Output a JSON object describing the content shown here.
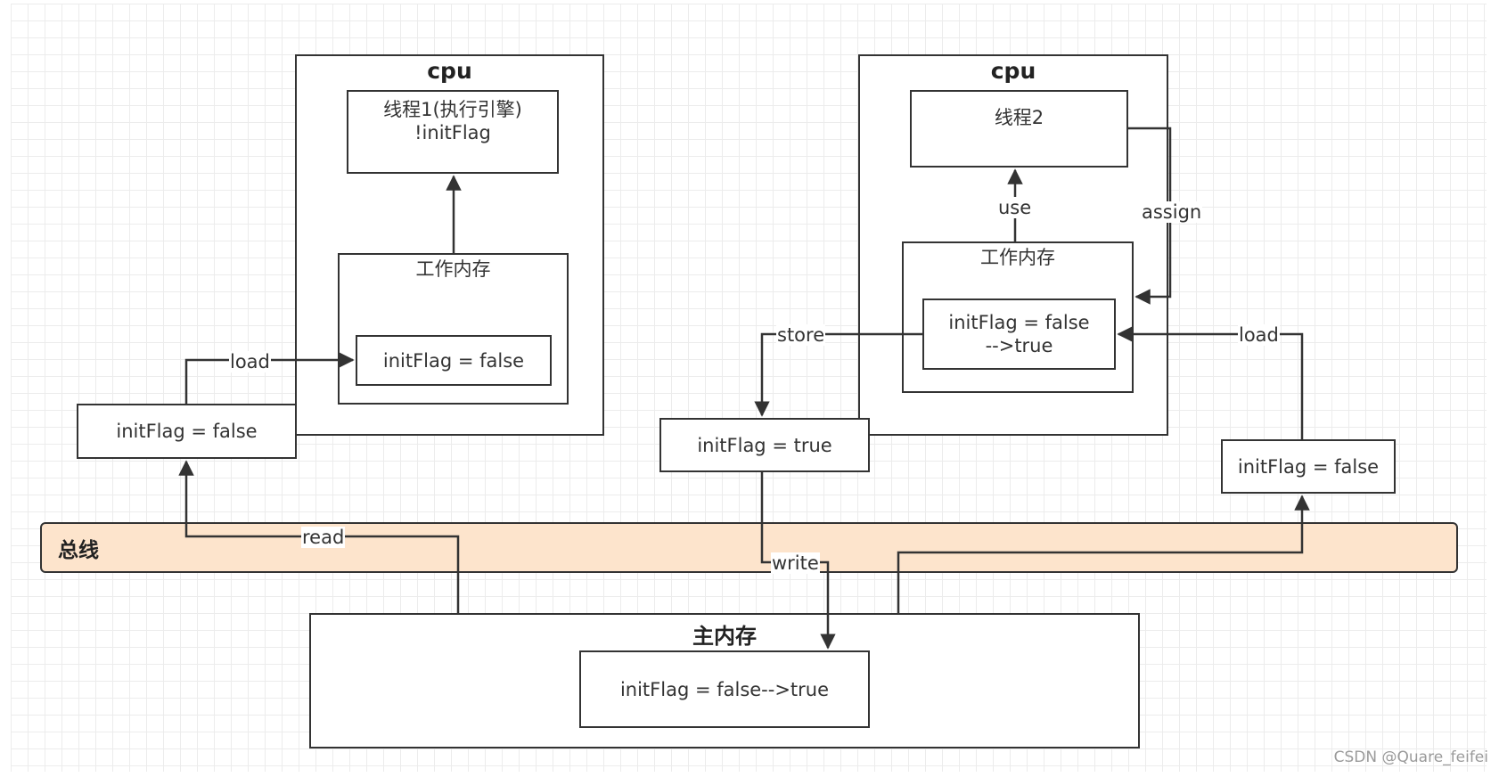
{
  "left_cpu": {
    "title": "cpu",
    "thread_box": "线程1(执行引擎)\n!initFlag",
    "work_memory": {
      "title": "工作内存",
      "value": "initFlag = false"
    }
  },
  "right_cpu": {
    "title": "cpu",
    "thread_box": "线程2",
    "work_memory": {
      "title": "工作内存",
      "value": "initFlag = false\n-->true"
    }
  },
  "left_copy": "initFlag = false",
  "middle_copy": "initFlag = true",
  "right_copy": "initFlag = false",
  "bus_label": "总线",
  "main_memory": {
    "title": "主内存",
    "value": "initFlag = false-->true"
  },
  "edge_labels": {
    "load_left": "load",
    "read": "read",
    "store": "store",
    "write": "write",
    "use": "use",
    "assign": "assign",
    "load_right": "load"
  },
  "watermark": "CSDN @Quare_feifei",
  "colors": {
    "stroke": "#333333",
    "bus_fill": "#fde4cc",
    "grid": "#ececec"
  }
}
